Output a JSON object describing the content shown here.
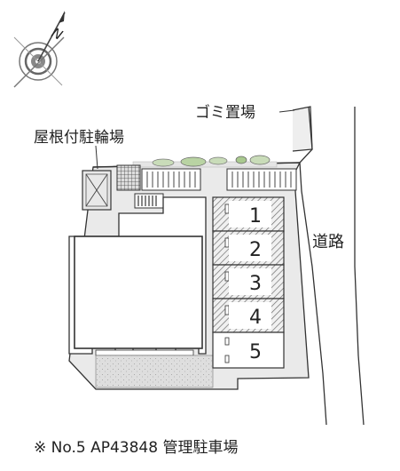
{
  "labels": {
    "compass_letter": "N",
    "garbage": "ゴミ置場",
    "bicycle": "屋根付駐輪場",
    "road": "道路",
    "footnote": "※ No.5 AP43848 管理駐車場"
  },
  "parking_spaces": [
    {
      "number": "1",
      "state": "occupied"
    },
    {
      "number": "2",
      "state": "occupied"
    },
    {
      "number": "3",
      "state": "occupied"
    },
    {
      "number": "4",
      "state": "occupied"
    },
    {
      "number": "5",
      "state": "available"
    }
  ],
  "colors": {
    "site_gray": "#e9e9e9",
    "building_white": "#ffffff",
    "line": "#333333",
    "hatch": "#555555",
    "shrub_green": "#a9c98f",
    "gravel": "#d7d7d7"
  },
  "icons": {
    "compass": "compass-rose-icon",
    "bicycle_shelter": "x-box-icon",
    "stairs": "stairs-icon"
  }
}
